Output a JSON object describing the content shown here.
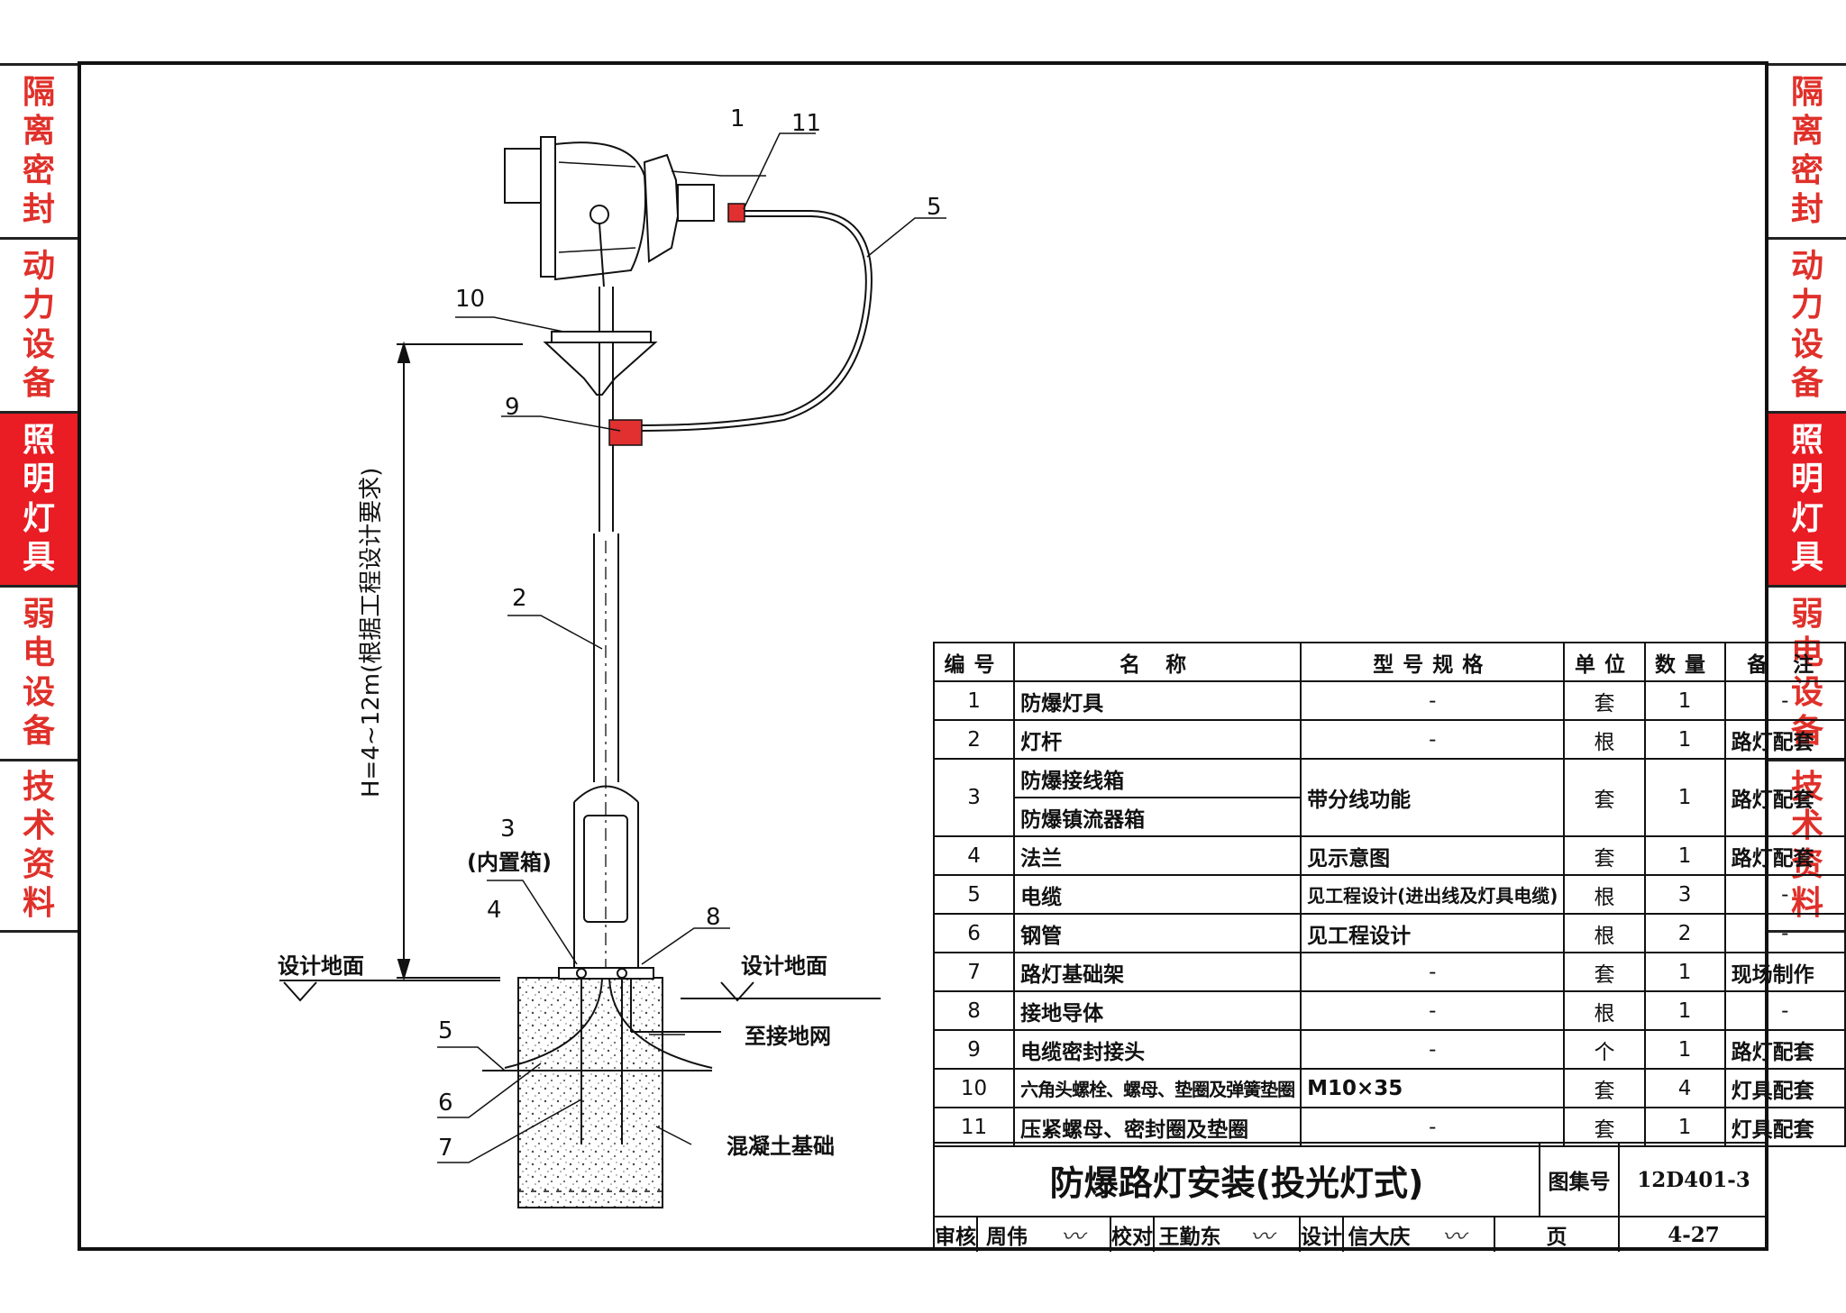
{
  "side_tabs": [
    {
      "chars": [
        "隔",
        "离",
        "密",
        "封"
      ],
      "active": false
    },
    {
      "chars": [
        "动",
        "力",
        "设",
        "备"
      ],
      "active": false
    },
    {
      "chars": [
        "照",
        "明",
        "灯",
        "具"
      ],
      "active": true
    },
    {
      "chars": [
        "弱",
        "电",
        "设",
        "备"
      ],
      "active": false
    },
    {
      "chars": [
        "技",
        "术",
        "资",
        "料"
      ],
      "active": false
    }
  ],
  "drawing": {
    "callouts": [
      "1",
      "11",
      "5",
      "10",
      "9",
      "2",
      "3",
      "(内置箱)",
      "4",
      "8",
      "5",
      "6",
      "7"
    ],
    "height_dimension": "H=4~12m(根据工程设计要求)",
    "ground_left": "设计地面",
    "ground_right": "设计地面",
    "to_ground_grid": "至接地网",
    "concrete_foundation": "混凝土基础"
  },
  "table": {
    "headers": [
      "编号",
      "名 称",
      "型号规格",
      "单位",
      "数量",
      "备 注"
    ],
    "rows": [
      {
        "no": "1",
        "name": "防爆灯具",
        "spec": "-",
        "unit": "套",
        "qty": "1",
        "note": "-"
      },
      {
        "no": "2",
        "name": "灯杆",
        "spec": "-",
        "unit": "根",
        "qty": "1",
        "note": "路灯配套"
      },
      {
        "no": "3",
        "name": "防爆接线箱",
        "name2": "防爆镇流器箱",
        "spec": "带分线功能",
        "unit": "套",
        "qty": "1",
        "note": "路灯配套"
      },
      {
        "no": "4",
        "name": "法兰",
        "spec": "见示意图",
        "unit": "套",
        "qty": "1",
        "note": "路灯配套"
      },
      {
        "no": "5",
        "name": "电缆",
        "spec": "见工程设计(进出线及灯具电缆)",
        "unit": "根",
        "qty": "3",
        "note": "-"
      },
      {
        "no": "6",
        "name": "钢管",
        "spec": "见工程设计",
        "unit": "根",
        "qty": "2",
        "note": "-"
      },
      {
        "no": "7",
        "name": "路灯基础架",
        "spec": "-",
        "unit": "套",
        "qty": "1",
        "note": "现场制作"
      },
      {
        "no": "8",
        "name": "接地导体",
        "spec": "-",
        "unit": "根",
        "qty": "1",
        "note": "-"
      },
      {
        "no": "9",
        "name": "电缆密封接头",
        "spec": "-",
        "unit": "个",
        "qty": "1",
        "note": "路灯配套"
      },
      {
        "no": "10",
        "name": "六角头螺栓、螺母、垫圈及弹簧垫圈",
        "spec": "M10×35",
        "unit": "套",
        "qty": "4",
        "note": "灯具配套"
      },
      {
        "no": "11",
        "name": "压紧螺母、密封圈及垫圈",
        "spec": "-",
        "unit": "套",
        "qty": "1",
        "note": "灯具配套"
      }
    ]
  },
  "title_block": {
    "title": "防爆路灯安装(投光灯式)",
    "set_label": "图集号",
    "set_number": "12D401-3",
    "review_label": "审核",
    "reviewer": "周伟",
    "check_label": "校对",
    "checker": "王勤东",
    "design_label": "设计",
    "designer": "信大庆",
    "page_label": "页",
    "page_number": "4-27"
  }
}
